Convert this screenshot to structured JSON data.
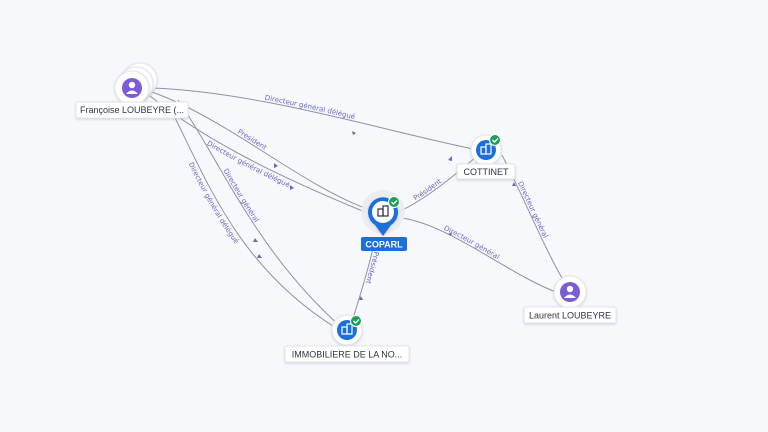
{
  "colors": {
    "person": "#7b5bd6",
    "company": "#1a6fdc",
    "verified": "#1e9e5a",
    "edge": "#8a93a6",
    "edge_label": "#6a64c8",
    "focus_label_bg": "#1a6fdc"
  },
  "nodes": {
    "francoise": {
      "label": "Françoise LOUBEYRE (...",
      "kind": "person",
      "icon": "person-icon"
    },
    "cottinet": {
      "label": "COTTINET",
      "kind": "company",
      "icon": "building-icon",
      "verified": true
    },
    "coparl": {
      "label": "COPARL",
      "kind": "company",
      "icon": "building-icon",
      "verified": true,
      "focus": true
    },
    "laurent": {
      "label": "Laurent LOUBEYRE",
      "kind": "person",
      "icon": "person-icon"
    },
    "immobiliere": {
      "label": "IMMOBILIERE DE LA NO...",
      "kind": "company",
      "icon": "building-icon",
      "verified": true
    }
  },
  "edges": {
    "fr_cottinet": {
      "label": "Directeur général délégué"
    },
    "fr_coparl_pres": {
      "label": "President"
    },
    "fr_coparl_dgd": {
      "label": "Directeur général délégué"
    },
    "fr_immo_dg": {
      "label": "Directeur général"
    },
    "fr_immo_dgd": {
      "label": "Directeur général délégué"
    },
    "coparl_cottinet": {
      "label": "Président"
    },
    "laurent_cottinet": {
      "label": "Directeur général"
    },
    "laurent_coparl": {
      "label": "Directeur général"
    },
    "coparl_immo": {
      "label": "Président"
    }
  }
}
